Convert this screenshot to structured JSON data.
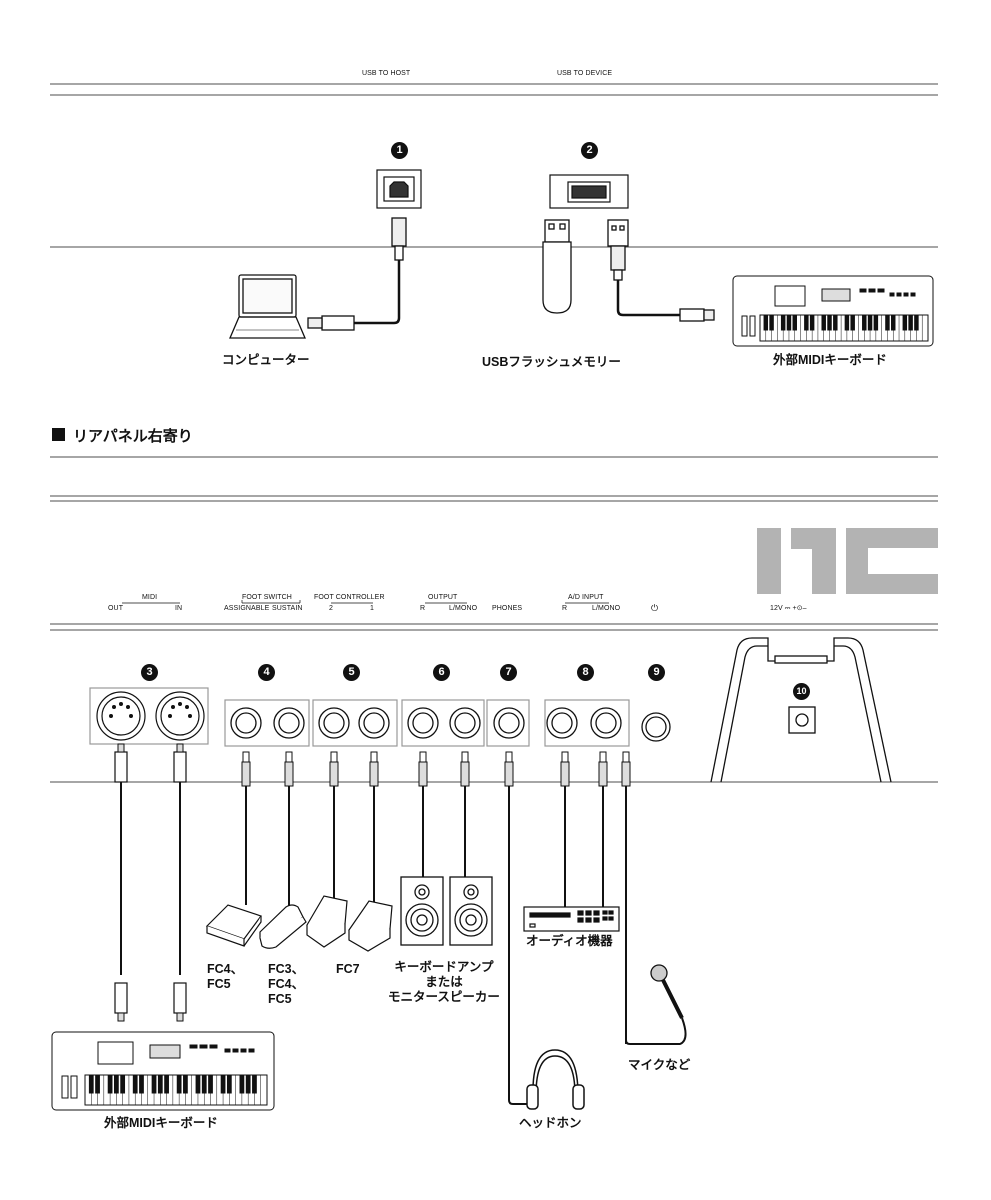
{
  "top_panel": {
    "usb_to_host": "USB TO HOST",
    "usb_to_device": "USB TO DEVICE"
  },
  "section_title": "リアパネル右寄り",
  "logo": "mc",
  "callouts": [
    "1",
    "2",
    "3",
    "4",
    "5",
    "6",
    "7",
    "8",
    "9",
    "10"
  ],
  "rear_panel": {
    "midi": {
      "title": "MIDI",
      "out": "OUT",
      "in": "IN"
    },
    "foot_switch": {
      "title": "FOOT SWITCH",
      "assignable": "ASSIGNABLE",
      "sustain": "SUSTAIN"
    },
    "foot_controller": {
      "title": "FOOT CONTROLLER",
      "c2": "2",
      "c1": "1"
    },
    "output": {
      "title": "OUTPUT",
      "r": "R",
      "lmono": "L/MONO"
    },
    "phones": "PHONES",
    "ad_input": {
      "title": "A/D INPUT",
      "r": "R",
      "lmono": "L/MONO"
    },
    "power": "⏻",
    "dc_in": "12V ⎓ +⊙–"
  },
  "captions": {
    "computer": "コンピューター",
    "usb_flash": "USBフラッシュメモリー",
    "ext_midi_kb_top": "外部MIDIキーボード",
    "fc4_fc5": "FC4、\nFC5",
    "fc3_fc4_fc5": "FC3、\nFC4、\nFC5",
    "fc7": "FC7",
    "amp_speaker": "キーボードアンプ\nまたは\nモニタースピーカー",
    "audio_device": "オーディオ機器",
    "mic": "マイクなど",
    "headphones": "ヘッドホン",
    "ext_midi_kb_bottom": "外部MIDIキーボード"
  },
  "colors": {
    "line": "#111111",
    "logo_gray": "#b3b3b3",
    "panel_gray": "#888888"
  }
}
